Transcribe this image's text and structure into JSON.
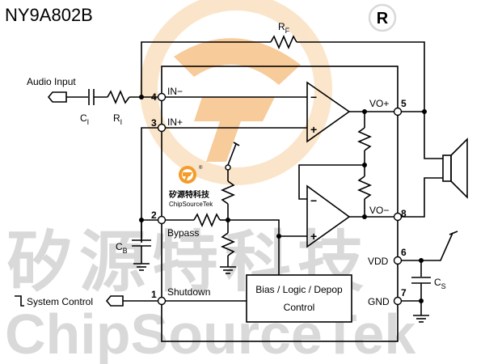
{
  "title": "NY9A802B",
  "watermark": {
    "cn": "矽源特科技",
    "en": "ChipSourceTek",
    "logo_text_cn": "矽源特科技",
    "logo_text_en": "ChipSourceTek",
    "registered": "®",
    "colors": {
      "text": "#d9d9d9",
      "logo_orange": "#f7c690",
      "logo_ring": "#fbe3c5"
    }
  },
  "labels": {
    "audio_input": "Audio Input",
    "ci": "C",
    "ci_sub": "I",
    "ri": "R",
    "ri_sub": "I",
    "rf": "R",
    "rf_sub": "F",
    "in_minus": "IN−",
    "in_plus": "IN+",
    "vo_plus": "VO+",
    "vo_minus": "VO−",
    "bypass": "Bypass",
    "cb": "C",
    "cb_sub": "B",
    "shutdown": "Shutdown",
    "system_control": "System Control",
    "bias_block_line1": "Bias / Logic / Depop",
    "bias_block_line2": "Control",
    "vdd": "VDD",
    "gnd": "GND",
    "cs": "C",
    "cs_sub": "S",
    "amp_minus": "−",
    "amp_plus": "+"
  },
  "pins": {
    "p1": "1",
    "p2": "2",
    "p3": "3",
    "p4": "4",
    "p5": "5",
    "p6": "6",
    "p7": "7",
    "p8": "8"
  }
}
